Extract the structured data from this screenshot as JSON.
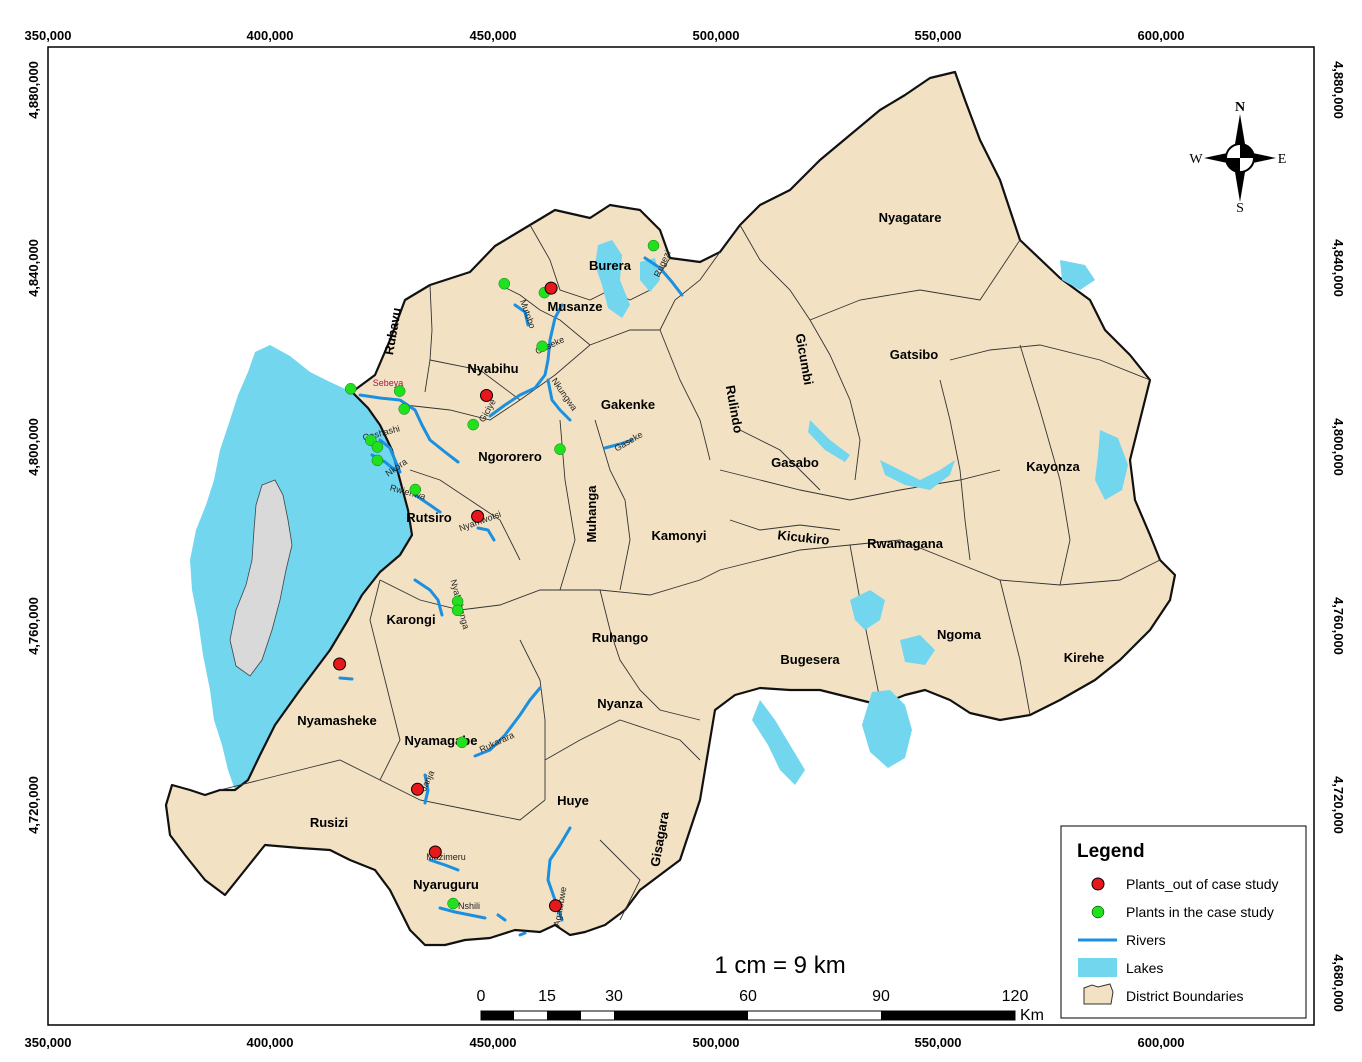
{
  "axes": {
    "x_ticks": [
      "350,000",
      "400,000",
      "450,000",
      "500,000",
      "550,000",
      "600,000"
    ],
    "y_ticks": [
      "4,880,000",
      "4,840,000",
      "4,800,000",
      "4,760,000",
      "4,720,000",
      "4,680,000"
    ]
  },
  "districts": [
    {
      "name": "Nyagatare"
    },
    {
      "name": "Burera"
    },
    {
      "name": "Musanze"
    },
    {
      "name": "Rubavu"
    },
    {
      "name": "Nyabihu"
    },
    {
      "name": "Gicumbi"
    },
    {
      "name": "Gatsibo"
    },
    {
      "name": "Gakenke"
    },
    {
      "name": "Rulindo"
    },
    {
      "name": "Ngororero"
    },
    {
      "name": "Kayonza"
    },
    {
      "name": "Gasabo"
    },
    {
      "name": "Rutsiro"
    },
    {
      "name": "Muhanga"
    },
    {
      "name": "Kamonyi"
    },
    {
      "name": "Kicukiro"
    },
    {
      "name": "Rwamagana"
    },
    {
      "name": "Karongi"
    },
    {
      "name": "Ruhango"
    },
    {
      "name": "Bugesera"
    },
    {
      "name": "Ngoma"
    },
    {
      "name": "Kirehe"
    },
    {
      "name": "Nyamasheke"
    },
    {
      "name": "Nyanza"
    },
    {
      "name": "Nyamagabe"
    },
    {
      "name": "Huye"
    },
    {
      "name": "Rusizi"
    },
    {
      "name": "Gisagara"
    },
    {
      "name": "Nyaruguru"
    }
  ],
  "rivers": [
    {
      "name": "Sebeya"
    },
    {
      "name": "Mutobo"
    },
    {
      "name": "Rugezi"
    },
    {
      "name": "Gaseke"
    },
    {
      "name": "Nkungwa"
    },
    {
      "name": "Giciye"
    },
    {
      "name": "Gaseke"
    },
    {
      "name": "Gashashi"
    },
    {
      "name": "Nkora"
    },
    {
      "name": "Rwiehwa"
    },
    {
      "name": "Nyamwotsi"
    },
    {
      "name": "Nyabahanga"
    },
    {
      "name": "Rukarara"
    },
    {
      "name": "Janja"
    },
    {
      "name": "Mazimeru"
    },
    {
      "name": "Nshili"
    },
    {
      "name": "Agatobwe"
    }
  ],
  "plants_out": [
    {
      "lon": 463000,
      "lat": 4835500
    },
    {
      "lon": 448500,
      "lat": 4811500
    },
    {
      "lon": 446500,
      "lat": 4784500
    },
    {
      "lon": 415500,
      "lat": 4751500
    },
    {
      "lon": 433000,
      "lat": 4723500
    },
    {
      "lon": 437000,
      "lat": 4709500
    },
    {
      "lon": 464000,
      "lat": 4697500
    }
  ],
  "plants_in": [
    {
      "lon": 452500,
      "lat": 4836500
    },
    {
      "lon": 461500,
      "lat": 4834500
    },
    {
      "lon": 486000,
      "lat": 4845000
    },
    {
      "lon": 461000,
      "lat": 4822500
    },
    {
      "lon": 418000,
      "lat": 4813000
    },
    {
      "lon": 429000,
      "lat": 4812500
    },
    {
      "lon": 430000,
      "lat": 4808500
    },
    {
      "lon": 445500,
      "lat": 4805000
    },
    {
      "lon": 422500,
      "lat": 4801500
    },
    {
      "lon": 424000,
      "lat": 4800000
    },
    {
      "lon": 424000,
      "lat": 4797000
    },
    {
      "lon": 465000,
      "lat": 4799500
    },
    {
      "lon": 432500,
      "lat": 4790500
    },
    {
      "lon": 442000,
      "lat": 4765500
    },
    {
      "lon": 442000,
      "lat": 4763500
    },
    {
      "lon": 443000,
      "lat": 4734000
    },
    {
      "lon": 441000,
      "lat": 4698000
    }
  ],
  "compass": {
    "n": "N",
    "s": "S",
    "e": "E",
    "w": "W"
  },
  "legend": {
    "title": "Legend",
    "items": [
      {
        "label": "Plants_out of case study",
        "color": "#e8171b"
      },
      {
        "label": "Plants in the case study",
        "color": "#21e11f"
      },
      {
        "label": "Rivers",
        "color": "#1b8fe0"
      },
      {
        "label": "Lakes",
        "color": "#72d6ef"
      },
      {
        "label": "District Boundaries",
        "color": "#f2e2c3"
      }
    ]
  },
  "scale": {
    "ratio_text": "1 cm = 9 km",
    "ticks": [
      "0",
      "15",
      "30",
      "60",
      "90",
      "120"
    ],
    "unit": "Km"
  },
  "colors": {
    "land": "#f2e2c3",
    "lake": "#72d6ef",
    "river": "#1b8fe0",
    "island": "#d9d9d9",
    "border": "#111111"
  }
}
